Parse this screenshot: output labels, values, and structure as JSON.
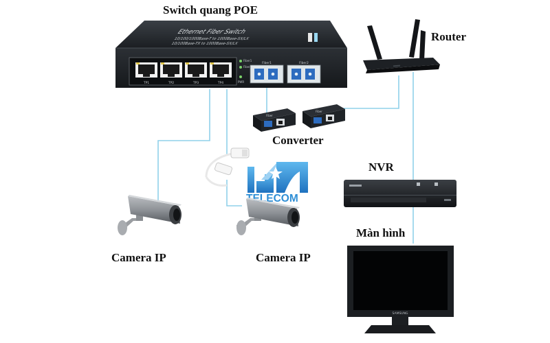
{
  "labels": {
    "switch": "Switch quang POE",
    "router": "Router",
    "converter": "Converter",
    "nvr": "NVR",
    "monitor": "Màn hình",
    "camera_left": "Camera IP",
    "camera_right": "Camera IP"
  },
  "switch_panel": {
    "title": "Ethernet Fiber Switch",
    "line1": "10/100/1000Base-T to 1000Base-SX/LX",
    "line2": "10/100Base-TX to 1000Base-SX/LX",
    "ports": [
      "TP1",
      "TP2",
      "TP3",
      "TP4"
    ],
    "fibers": [
      "Fiber1",
      "Fiber2"
    ],
    "leds": [
      "Fiber1",
      "Fiber2",
      "PWR"
    ]
  },
  "converter_panel": {
    "fiber_label": "Fiber"
  },
  "logo": {
    "text": "TELECOM"
  },
  "monitor_brand": "SAMSUNG",
  "colors": {
    "cable": "#8fd0ea",
    "device_dark": "#1e2226",
    "logo_blue": "#2f8fd6"
  }
}
